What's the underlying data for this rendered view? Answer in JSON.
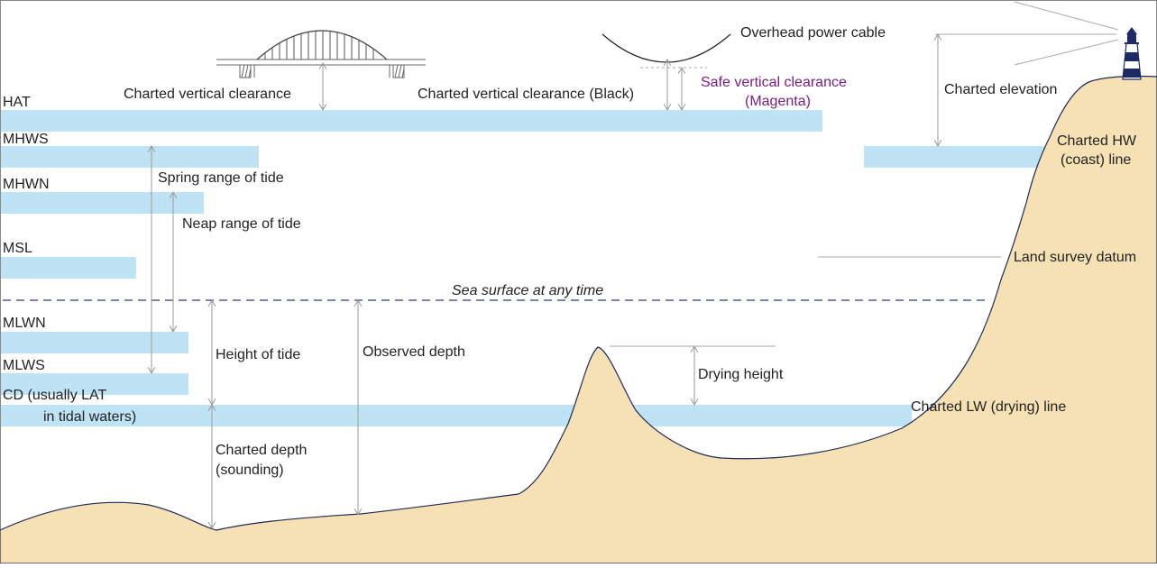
{
  "colors": {
    "water_band": "#bde3f5",
    "seabed": "#f5e1b3",
    "seabed_outline": "#1f2a5a",
    "dimension_line": "#9a9a9a",
    "sea_surface_line": "#2e3a7a",
    "magenta_text": "#7a1e82",
    "lighthouse": "#1c2a66"
  },
  "levels": {
    "hat": "HAT",
    "mhws": "MHWS",
    "mhwn": "MHWN",
    "msl": "MSL",
    "mlwn": "MLWN",
    "mlws": "MLWS",
    "cd_line1": "CD (usually LAT",
    "cd_line2": "in tidal waters)"
  },
  "labels": {
    "charted_vertical_clearance": "Charted vertical clearance",
    "charted_vertical_clearance_black": "Charted vertical clearance (Black)",
    "overhead_power_cable": "Overhead power cable",
    "safe_vertical_clearance_line1": "Safe vertical clearance",
    "safe_vertical_clearance_line2": "(Magenta)",
    "charted_elevation": "Charted elevation",
    "charted_hw_line1": "Charted HW",
    "charted_hw_line2": "(coast) line",
    "spring_range": "Spring range of tide",
    "neap_range": "Neap range of tide",
    "land_survey_datum": "Land survey datum",
    "sea_surface": "Sea surface at any time",
    "height_of_tide": "Height of tide",
    "observed_depth": "Observed depth",
    "drying_height": "Drying height",
    "charted_lw_line": "Charted LW (drying) line",
    "charted_depth_line1": "Charted depth",
    "charted_depth_line2": "(sounding)"
  }
}
